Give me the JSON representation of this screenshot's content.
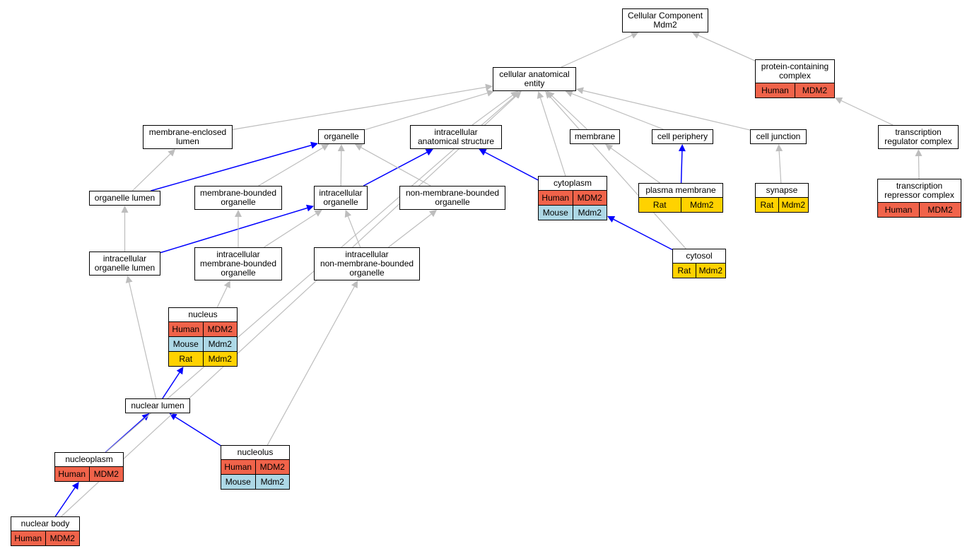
{
  "colors": {
    "human": "#f0634a",
    "mouse": "#add8e6",
    "rat": "#ffd200",
    "edge_gray": "#bdbdbd",
    "edge_blue": "#0000ff"
  },
  "nodes": {
    "root": {
      "label": "Cellular Component\nMdm2"
    },
    "cae": {
      "label": "cellular anatomical\nentity"
    },
    "pcc": {
      "label": "protein-containing\ncomplex",
      "rows": [
        [
          "Human",
          "MDM2"
        ]
      ]
    },
    "mel": {
      "label": "membrane-enclosed\nlumen"
    },
    "organelle": {
      "label": "organelle"
    },
    "ias": {
      "label": "intracellular\nanatomical structure"
    },
    "membrane": {
      "label": "membrane"
    },
    "cellper": {
      "label": "cell periphery"
    },
    "celljunc": {
      "label": "cell junction"
    },
    "trc": {
      "label": "transcription\nregulator complex"
    },
    "orglumen": {
      "label": "organelle lumen"
    },
    "mbo": {
      "label": "membrane-bounded\norganelle"
    },
    "io": {
      "label": "intracellular\norganelle"
    },
    "nmbo": {
      "label": "non-membrane-bounded\norganelle"
    },
    "cytoplasm": {
      "label": "cytoplasm",
      "rows": [
        [
          "Human",
          "MDM2"
        ],
        [
          "Mouse",
          "Mdm2"
        ]
      ]
    },
    "pm": {
      "label": "plasma membrane",
      "rows": [
        [
          "Rat",
          "Mdm2"
        ]
      ]
    },
    "synapse": {
      "label": "synapse",
      "rows": [
        [
          "Rat",
          "Mdm2"
        ]
      ]
    },
    "trepc": {
      "label": "transcription\nrepressor complex",
      "rows": [
        [
          "Human",
          "MDM2"
        ]
      ]
    },
    "iol": {
      "label": "intracellular\norganelle lumen"
    },
    "imbo": {
      "label": "intracellular\nmembrane-bounded\norganelle"
    },
    "inmbo": {
      "label": "intracellular\nnon-membrane-bounded\norganelle"
    },
    "cytosol": {
      "label": "cytosol",
      "rows": [
        [
          "Rat",
          "Mdm2"
        ]
      ]
    },
    "nucleus": {
      "label": "nucleus",
      "rows": [
        [
          "Human",
          "MDM2"
        ],
        [
          "Mouse",
          "Mdm2"
        ],
        [
          "Rat",
          "Mdm2"
        ]
      ]
    },
    "nuclumen": {
      "label": "nuclear lumen"
    },
    "nucleoplasm": {
      "label": "nucleoplasm",
      "rows": [
        [
          "Human",
          "MDM2"
        ]
      ]
    },
    "nucleolus": {
      "label": "nucleolus",
      "rows": [
        [
          "Human",
          "MDM2"
        ],
        [
          "Mouse",
          "Mdm2"
        ]
      ]
    },
    "nucbody": {
      "label": "nuclear body",
      "rows": [
        [
          "Human",
          "MDM2"
        ]
      ]
    }
  },
  "edges": [
    {
      "from": "cae",
      "to": "root",
      "kind": "gray"
    },
    {
      "from": "pcc",
      "to": "root",
      "kind": "gray"
    },
    {
      "from": "mel",
      "to": "cae",
      "kind": "gray"
    },
    {
      "from": "organelle",
      "to": "cae",
      "kind": "gray"
    },
    {
      "from": "ias",
      "to": "cae",
      "kind": "gray"
    },
    {
      "from": "membrane",
      "to": "cae",
      "kind": "gray"
    },
    {
      "from": "cellper",
      "to": "cae",
      "kind": "gray"
    },
    {
      "from": "celljunc",
      "to": "cae",
      "kind": "gray"
    },
    {
      "from": "trc",
      "to": "pcc",
      "kind": "gray"
    },
    {
      "from": "cytoplasm",
      "to": "cae",
      "kind": "gray"
    },
    {
      "from": "cytoplasm",
      "to": "ias",
      "kind": "blue"
    },
    {
      "from": "orglumen",
      "to": "mel",
      "kind": "gray"
    },
    {
      "from": "orglumen",
      "to": "organelle",
      "kind": "blue"
    },
    {
      "from": "mbo",
      "to": "organelle",
      "kind": "gray"
    },
    {
      "from": "io",
      "to": "organelle",
      "kind": "gray"
    },
    {
      "from": "io",
      "to": "ias",
      "kind": "blue"
    },
    {
      "from": "nmbo",
      "to": "organelle",
      "kind": "gray"
    },
    {
      "from": "pm",
      "to": "membrane",
      "kind": "gray"
    },
    {
      "from": "pm",
      "to": "cellper",
      "kind": "blue"
    },
    {
      "from": "synapse",
      "to": "celljunc",
      "kind": "gray"
    },
    {
      "from": "trepc",
      "to": "trc",
      "kind": "gray"
    },
    {
      "from": "iol",
      "to": "orglumen",
      "kind": "gray"
    },
    {
      "from": "iol",
      "to": "io",
      "kind": "blue"
    },
    {
      "from": "imbo",
      "to": "mbo",
      "kind": "gray"
    },
    {
      "from": "imbo",
      "to": "io",
      "kind": "gray"
    },
    {
      "from": "inmbo",
      "to": "io",
      "kind": "gray"
    },
    {
      "from": "inmbo",
      "to": "nmbo",
      "kind": "gray"
    },
    {
      "from": "cytosol",
      "to": "cytoplasm",
      "kind": "blue"
    },
    {
      "from": "cytosol",
      "to": "cae",
      "kind": "gray"
    },
    {
      "from": "nucleus",
      "to": "imbo",
      "kind": "gray"
    },
    {
      "from": "nuclumen",
      "to": "iol",
      "kind": "gray"
    },
    {
      "from": "nuclumen",
      "to": "nucleus",
      "kind": "blue"
    },
    {
      "from": "nucleoplasm",
      "to": "nuclumen",
      "kind": "blue"
    },
    {
      "from": "nucleoplasm",
      "to": "cae",
      "kind": "gray"
    },
    {
      "from": "nucleolus",
      "to": "nuclumen",
      "kind": "blue"
    },
    {
      "from": "nucleolus",
      "to": "inmbo",
      "kind": "gray"
    },
    {
      "from": "nucbody",
      "to": "nucleoplasm",
      "kind": "blue"
    },
    {
      "from": "nucbody",
      "to": "cae",
      "kind": "gray"
    }
  ]
}
